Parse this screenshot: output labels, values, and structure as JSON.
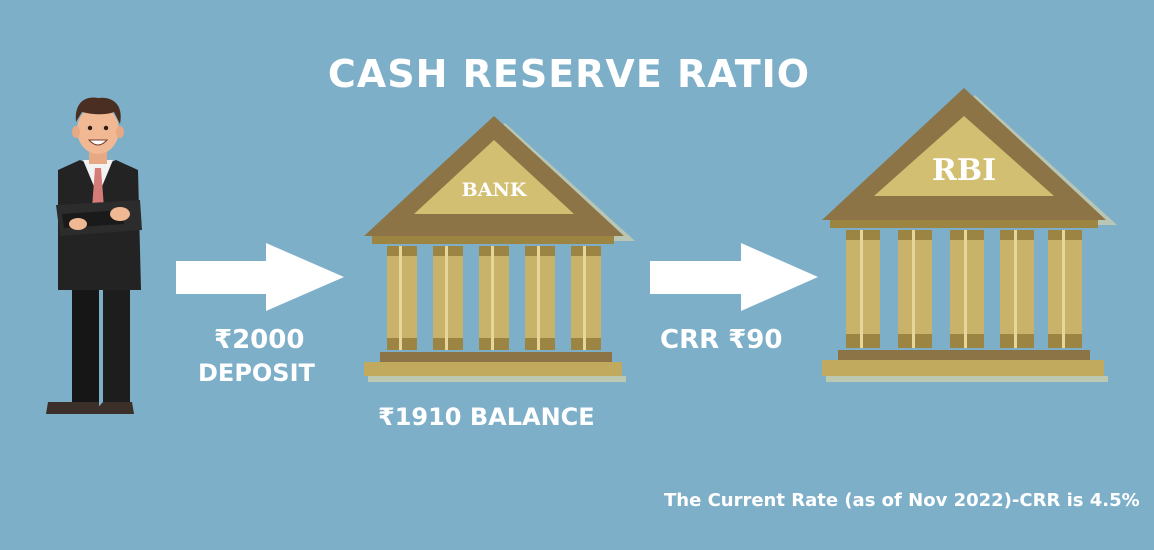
{
  "title": "CASH RESERVE RATIO",
  "person": {
    "icon": "businessman-illustration"
  },
  "deposit": {
    "currency": "₹",
    "amount": "2000",
    "label": "DEPOSIT"
  },
  "bank": {
    "sign": "BANK",
    "currency": "₹",
    "amount": "1910",
    "label": "BALANCE"
  },
  "crr": {
    "prefix": "CRR",
    "currency": "₹",
    "amount": "90"
  },
  "rbi": {
    "sign": "RBI"
  },
  "footnote": "The Current Rate (as of Nov 2022)-CRR is 4.5%",
  "colors": {
    "background": "#7eafc9",
    "roof": "#8c7446",
    "pediment": "#d2bf72",
    "column": "#c9b36a",
    "column_band": "#9c8542",
    "base": "#c1aa5e",
    "arrow": "#ffffff",
    "text": "#ffffff"
  }
}
